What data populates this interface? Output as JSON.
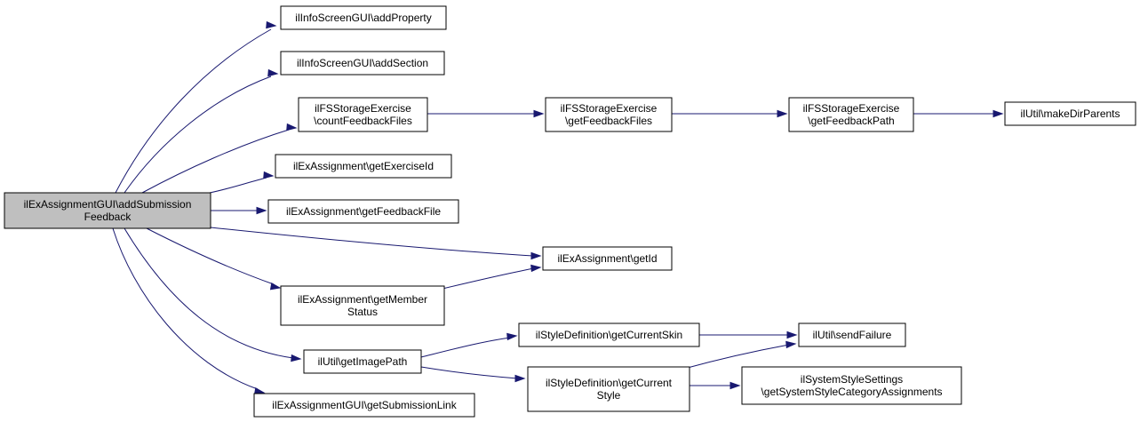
{
  "graph": {
    "edge_color": "#191970",
    "root_fill": "#bfbfbf",
    "nodes": {
      "root": [
        "ilExAssignmentGUI\\addSubmission",
        "Feedback"
      ],
      "addProperty": [
        "ilInfoScreenGUI\\addProperty"
      ],
      "addSection": [
        "ilInfoScreenGUI\\addSection"
      ],
      "countFeedbackFiles": [
        "ilFSStorageExercise",
        "\\countFeedbackFiles"
      ],
      "getExerciseId": [
        "ilExAssignment\\getExerciseId"
      ],
      "getFeedbackFile": [
        "ilExAssignment\\getFeedbackFile"
      ],
      "getMemberStatus": [
        "ilExAssignment\\getMember",
        "Status"
      ],
      "getImagePath": [
        "ilUtil\\getImagePath"
      ],
      "getSubmissionLink": [
        "ilExAssignmentGUI\\getSubmissionLink"
      ],
      "getFeedbackFiles": [
        "ilFSStorageExercise",
        "\\getFeedbackFiles"
      ],
      "getFeedbackPath": [
        "ilFSStorageExercise",
        "\\getFeedbackPath"
      ],
      "makeDirParents": [
        "ilUtil\\makeDirParents"
      ],
      "getId": [
        "ilExAssignment\\getId"
      ],
      "getCurrentSkin": [
        "ilStyleDefinition\\getCurrentSkin"
      ],
      "getCurrentStyle": [
        "ilStyleDefinition\\getCurrent",
        "Style"
      ],
      "sendFailure": [
        "ilUtil\\sendFailure"
      ],
      "getSystemStyleCategoryAssignments": [
        "ilSystemStyleSettings",
        "\\getSystemStyleCategoryAssignments"
      ]
    },
    "edges": [
      [
        "root",
        "addProperty"
      ],
      [
        "root",
        "addSection"
      ],
      [
        "root",
        "countFeedbackFiles"
      ],
      [
        "root",
        "getExerciseId"
      ],
      [
        "root",
        "getFeedbackFile"
      ],
      [
        "root",
        "getId"
      ],
      [
        "root",
        "getMemberStatus"
      ],
      [
        "root",
        "getImagePath"
      ],
      [
        "root",
        "getSubmissionLink"
      ],
      [
        "countFeedbackFiles",
        "getFeedbackFiles"
      ],
      [
        "getFeedbackFiles",
        "getFeedbackPath"
      ],
      [
        "getFeedbackPath",
        "makeDirParents"
      ],
      [
        "getMemberStatus",
        "getId"
      ],
      [
        "getImagePath",
        "getCurrentSkin"
      ],
      [
        "getImagePath",
        "getCurrentStyle"
      ],
      [
        "getCurrentSkin",
        "sendFailure"
      ],
      [
        "getCurrentStyle",
        "sendFailure"
      ],
      [
        "getCurrentStyle",
        "getSystemStyleCategoryAssignments"
      ]
    ]
  }
}
